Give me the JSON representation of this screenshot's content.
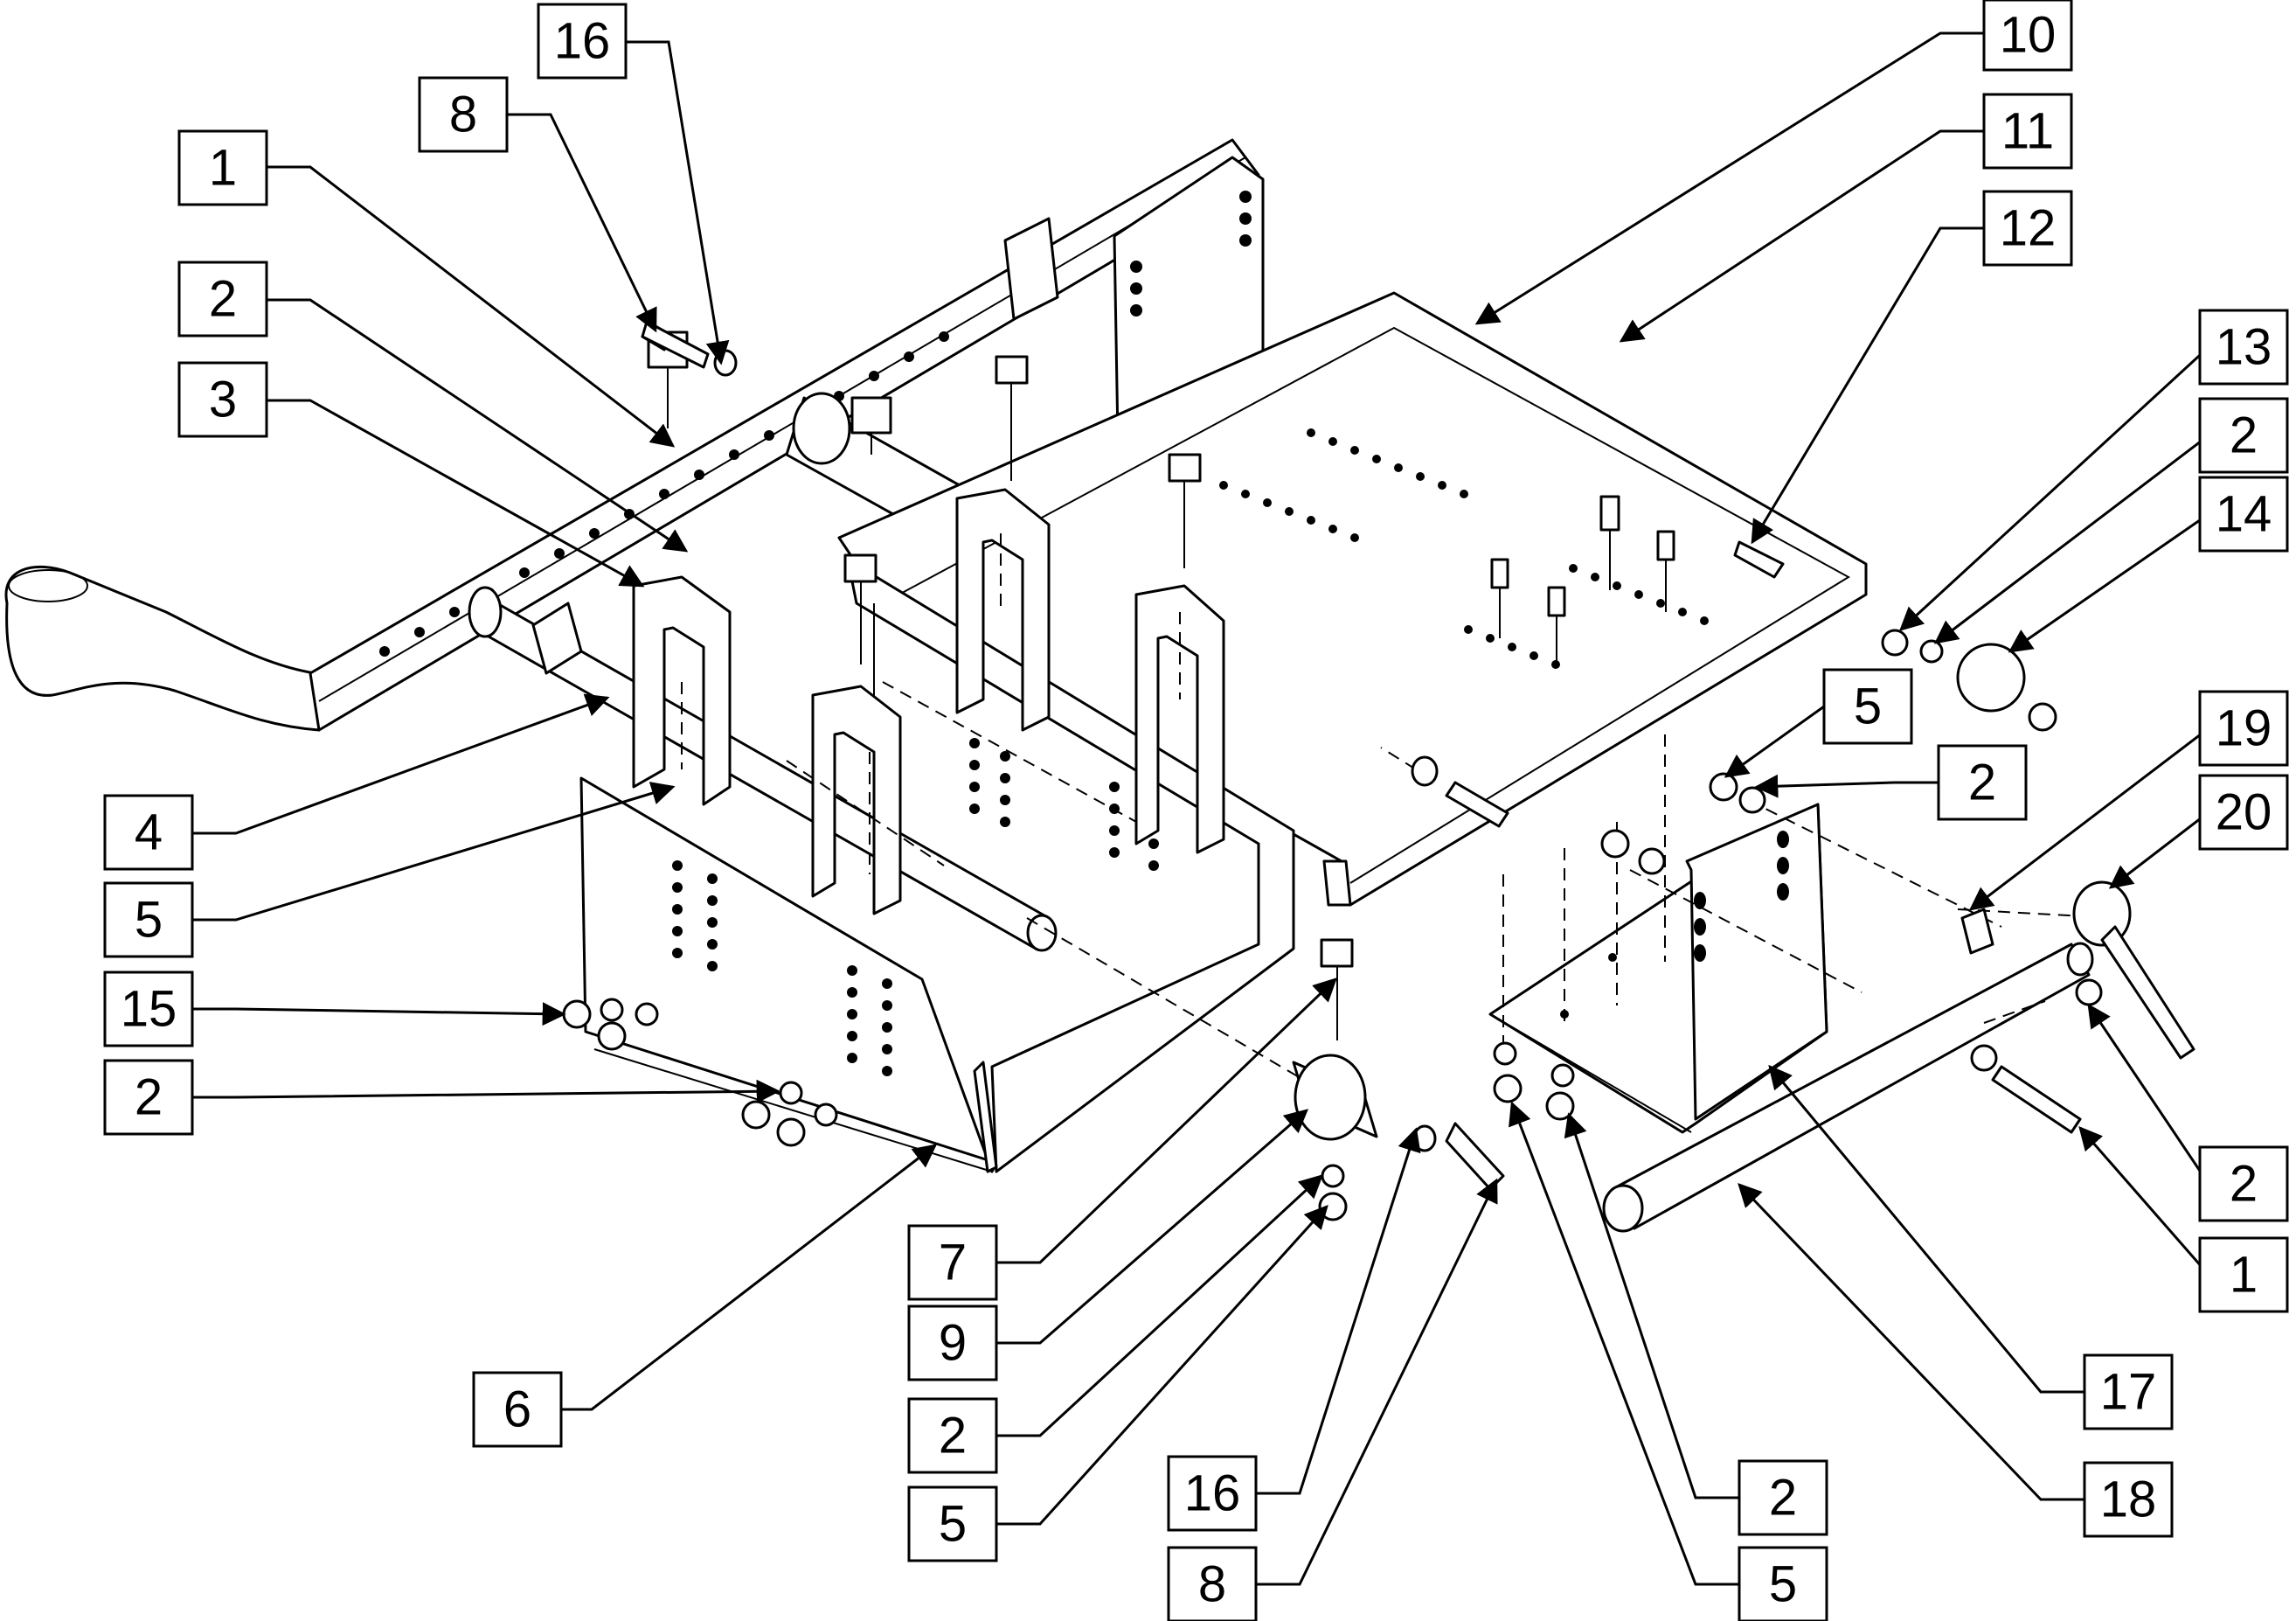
{
  "diagram": {
    "callout_labels": [
      "16",
      "8",
      "1",
      "2",
      "3",
      "4",
      "5",
      "15",
      "2",
      "6",
      "7",
      "9",
      "2",
      "5",
      "16",
      "8",
      "10",
      "11",
      "12",
      "13",
      "2",
      "14",
      "5",
      "2",
      "19",
      "20",
      "2",
      "1",
      "17",
      "18",
      "2",
      "5"
    ]
  }
}
